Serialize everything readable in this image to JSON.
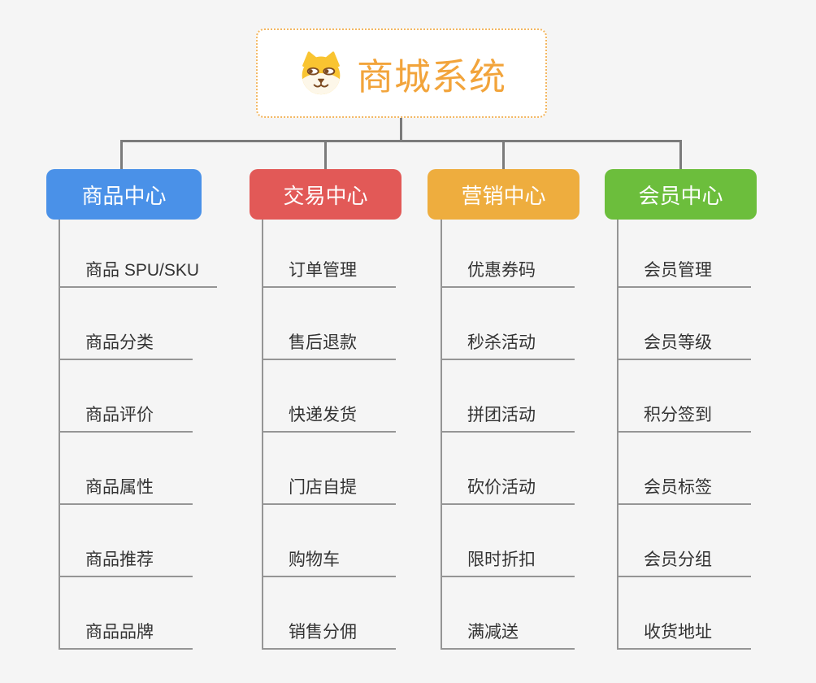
{
  "page": {
    "background": "#f5f5f5",
    "connector_color": "#7b7b7b",
    "leaf_line_color": "#959595"
  },
  "root": {
    "title": "商城系统",
    "icon": "doge-face-icon",
    "text_color": "#f2a43b",
    "border_color": "#f3b761"
  },
  "branches": [
    {
      "label": "商品中心",
      "color": "#4a91e8",
      "items": [
        "商品 SPU/SKU",
        "商品分类",
        "商品评价",
        "商品属性",
        "商品推荐",
        "商品品牌"
      ]
    },
    {
      "label": "交易中心",
      "color": "#e25957",
      "items": [
        "订单管理",
        "售后退款",
        "快递发货",
        "门店自提",
        "购物车",
        "销售分佣"
      ]
    },
    {
      "label": "营销中心",
      "color": "#eead3e",
      "items": [
        "优惠券码",
        "秒杀活动",
        "拼团活动",
        "砍价活动",
        "限时折扣",
        "满减送"
      ]
    },
    {
      "label": "会员中心",
      "color": "#6cbe3c",
      "items": [
        "会员管理",
        "会员等级",
        "积分签到",
        "会员标签",
        "会员分组",
        "收货地址"
      ]
    }
  ]
}
